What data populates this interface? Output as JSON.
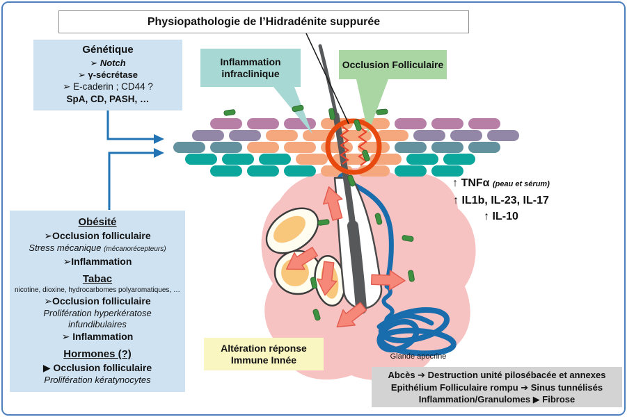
{
  "title": "Physiopathologie de l’Hidradénite suppurée",
  "genetics_box": {
    "heading": "Génétique",
    "items": [
      "➢ Notch",
      "➢ γ-sécrétase",
      "➢  E-caderin ; CD44 ?",
      "SpA, CD, PASH, …"
    ]
  },
  "callouts": {
    "inflammation": "Inflammation infraclinique",
    "occlusion": "Occlusion Folliculaire",
    "immune": "Altération réponse Immune Innée"
  },
  "left_box": {
    "obesity_heading": "Obésité",
    "obesity_line1": "➢Occlusion folliculaire",
    "obesity_line2_main": "Stress mécanique ",
    "obesity_line2_note": "(mécanorécepteurs)",
    "obesity_line3": "➢Inflammation",
    "tabac_heading": "Tabac",
    "tabac_sub": "nicotine, dioxine, hydrocarbomes polyaromatiques, …",
    "tabac_line1": "➢Occlusion folliculaire",
    "tabac_line2": "Prolifération hyperkératose infundibulaires",
    "tabac_line3": "➢ Inflammation",
    "hormones_heading": "Hormones (?)",
    "hormones_line1": "▶ Occlusion folliculaire",
    "hormones_line2": "Prolifération kératynocytes"
  },
  "cytokines": {
    "line1_arrow": "↑",
    "line1_main": " TNFα ",
    "line1_note": "(peau et sérum)",
    "line2": "↑ IL1b, IL-23, IL-17",
    "line3": "↑ IL-10"
  },
  "gland_label": "Glande apocrine",
  "outcome_box": {
    "line1": "Abcès  ➔  Destruction unité pilosébacée et annexes",
    "line2": "Epithélium Folliculaire rompu ➔ Sinus tunnélisés",
    "line3": "Inflammation/Granulomes ▶ Fibrose"
  },
  "colors": {
    "frame_blue": "#4c7fbe",
    "skin_row1": "#b77fa6",
    "skin_row2": "#9287a6",
    "skin_row3": "#64919e",
    "skin_teal": "#0ca79c",
    "follicle_orange": "#f5a87e",
    "inflammation_pink": "#f7c2c2",
    "apocrine_blue": "#1a6dad",
    "bacteria_green": "#3f9142",
    "alert_red_circle": "#e8490f",
    "cytokine_arrow_salmon": "#f58878",
    "connector_blue": "#2173b4",
    "box_light_blue": "#cfe2f2",
    "box_teal": "#a8d8d3",
    "box_green": "#a9d6a3",
    "box_yellow": "#faf6c2",
    "box_gray": "#d3d3d3",
    "sebaceous_yellow": "#f8c77c",
    "hair_gray": "#57585a"
  }
}
